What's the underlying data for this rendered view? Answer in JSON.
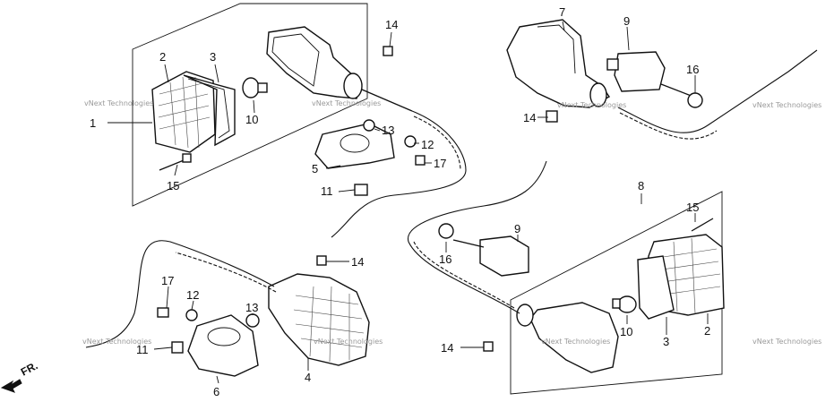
{
  "diagram": {
    "labels": {
      "p1": "1",
      "p2a": "2",
      "p3a": "3",
      "p10a": "10",
      "p15a": "15",
      "p14a": "14",
      "p13a": "13",
      "p12a": "12",
      "p17a": "17",
      "p5": "5",
      "p11a": "11",
      "p14b": "14",
      "p7": "7",
      "p9a": "9",
      "p16a": "16",
      "p14c": "14",
      "p8": "8",
      "p15b": "15",
      "p9b": "9",
      "p16b": "16",
      "p17b": "17",
      "p12b": "12",
      "p13b": "13",
      "p11b": "11",
      "p6": "6",
      "p4": "4",
      "p14d": "14",
      "p10b": "10",
      "p3b": "3",
      "p2b": "2"
    },
    "watermark": "vNext Technologies",
    "direction": "FR."
  }
}
